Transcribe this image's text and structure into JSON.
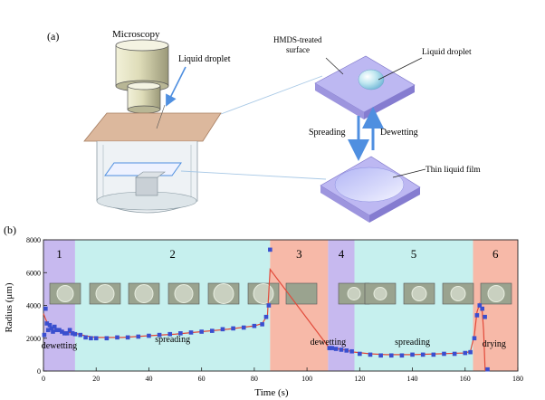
{
  "panel_a": {
    "label": "(a)",
    "microscopy": "Microscopy",
    "liquid_droplet_left": "Liquid droplet",
    "hmds_line1": "HMDS-treated",
    "hmds_line2": "surface",
    "liquid_droplet_right": "Liquid droplet",
    "spreading": "Spreading",
    "dewetting": "Dewetting",
    "thin_film": "Thin liquid film",
    "colors": {
      "substrate_top": "#b9b4f0",
      "substrate_side": "#8e86d8",
      "stage_plate": "#d9b8a0",
      "beaker": "#dfe6ea",
      "arrow": "#4f8fe0",
      "guide_line": "#a9c9e6"
    }
  },
  "panel_b": {
    "label": "(b)",
    "phases": [
      {
        "number": "1",
        "label": "dewetting",
        "color": "#c7b9ef"
      },
      {
        "number": "2",
        "label": "spreading",
        "color": "#c6f0ee"
      },
      {
        "number": "3",
        "label": "",
        "color": "#f7b9a8"
      },
      {
        "number": "4",
        "label": "dewetting",
        "color": "#c7b9ef"
      },
      {
        "number": "5",
        "label": "spreading",
        "color": "#c6f0ee"
      },
      {
        "number": "6",
        "label": "drying",
        "color": "#f7b9a8"
      }
    ],
    "series_colors": {
      "points": "#3a4fcf",
      "fit": "#e24a3a"
    }
  },
  "chart_data": {
    "type": "scatter",
    "title": "",
    "xlabel": "Time (s)",
    "ylabel": "Radius (μm)",
    "xlim": [
      0,
      180
    ],
    "ylim": [
      0,
      8000
    ],
    "xticks": [
      0,
      20,
      40,
      60,
      80,
      100,
      120,
      140,
      160,
      180
    ],
    "yticks": [
      0,
      2000,
      4000,
      6000,
      8000
    ],
    "phase_bounds": [
      {
        "phase": "1",
        "x": [
          0,
          12
        ]
      },
      {
        "phase": "2",
        "x": [
          12,
          86
        ]
      },
      {
        "phase": "3",
        "x": [
          86,
          108
        ]
      },
      {
        "phase": "4",
        "x": [
          108,
          118
        ]
      },
      {
        "phase": "5",
        "x": [
          118,
          163
        ]
      },
      {
        "phase": "6",
        "x": [
          163,
          180
        ]
      }
    ],
    "series": [
      {
        "kind": "points",
        "x": [
          0.3,
          0.8,
          1.3,
          1.8,
          2.4,
          3.0,
          3.6,
          4.2,
          5,
          6,
          7,
          8,
          9,
          10,
          11,
          12,
          14,
          16,
          18,
          20,
          24,
          28,
          32,
          36,
          40,
          44,
          48,
          52,
          56,
          60,
          64,
          68,
          72,
          76,
          80,
          83,
          84.5,
          85.5,
          86,
          108.5,
          109.5,
          111,
          113,
          115,
          117,
          120,
          124,
          128,
          132,
          136,
          140,
          144,
          148,
          152,
          156,
          160,
          162,
          163.5,
          164.5,
          165.5,
          166.5,
          167.5,
          168.5
        ],
        "y": [
          2200,
          3800,
          2900,
          2500,
          2800,
          2600,
          2400,
          2700,
          2500,
          2500,
          2400,
          2300,
          2300,
          2500,
          2300,
          2250,
          2200,
          2050,
          2000,
          2000,
          2000,
          2050,
          2050,
          2100,
          2150,
          2200,
          2250,
          2300,
          2350,
          2400,
          2450,
          2550,
          2600,
          2650,
          2750,
          2850,
          3300,
          4000,
          7400,
          1400,
          1400,
          1350,
          1300,
          1250,
          1200,
          1050,
          1000,
          950,
          950,
          950,
          1000,
          1000,
          1000,
          1050,
          1050,
          1100,
          1150,
          2000,
          3400,
          4000,
          3800,
          3300,
          100
        ]
      },
      {
        "kind": "fit",
        "x": [
          0,
          1,
          2,
          4,
          6,
          8,
          10,
          12,
          16,
          20,
          30,
          40,
          50,
          60,
          70,
          80,
          83,
          85,
          86,
          108,
          110,
          114,
          118,
          124,
          130,
          140,
          150,
          160,
          162,
          163.5,
          164.5,
          165.5,
          166.5,
          167,
          167.6
        ],
        "y": [
          3500,
          3100,
          2800,
          2600,
          2500,
          2400,
          2350,
          2300,
          2150,
          2050,
          2050,
          2150,
          2250,
          2400,
          2550,
          2750,
          2900,
          3400,
          6200,
          1500,
          1400,
          1300,
          1150,
          1050,
          1000,
          1000,
          1050,
          1100,
          1200,
          2200,
          3600,
          4100,
          3600,
          2500,
          0
        ]
      }
    ]
  }
}
